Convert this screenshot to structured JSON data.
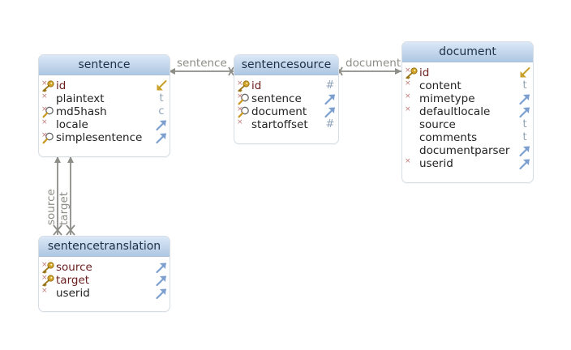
{
  "links": [
    {
      "label": "sentence"
    },
    {
      "label": "document"
    },
    {
      "label": "source"
    },
    {
      "label": "target"
    }
  ],
  "tables": {
    "sentence": {
      "title": "sentence",
      "rows": [
        {
          "name": "id",
          "marker": "key",
          "type": "auto-increment-icon"
        },
        {
          "name": "plaintext",
          "marker": "none",
          "type": "t"
        },
        {
          "name": "md5hash",
          "marker": "index",
          "type": "c"
        },
        {
          "name": "locale",
          "marker": "none",
          "type": "foreign-key-icon"
        },
        {
          "name": "simplesentence",
          "marker": "index",
          "type": "foreign-key-icon"
        }
      ]
    },
    "sentencesource": {
      "title": "sentencesource",
      "rows": [
        {
          "name": "id",
          "marker": "key",
          "type": "#"
        },
        {
          "name": "sentence",
          "marker": "index",
          "type": "foreign-key-icon"
        },
        {
          "name": "document",
          "marker": "index",
          "type": "foreign-key-icon"
        },
        {
          "name": "startoffset",
          "marker": "none",
          "type": "#"
        }
      ]
    },
    "document": {
      "title": "document",
      "rows": [
        {
          "name": "id",
          "marker": "key",
          "type": "auto-increment-icon"
        },
        {
          "name": "content",
          "marker": "none",
          "type": "t"
        },
        {
          "name": "mimetype",
          "marker": "none",
          "type": "foreign-key-icon"
        },
        {
          "name": "defaultlocale",
          "marker": "none",
          "type": "foreign-key-icon"
        },
        {
          "name": "source",
          "marker": "",
          "type": "t"
        },
        {
          "name": "comments",
          "marker": "",
          "type": "t"
        },
        {
          "name": "documentparser",
          "marker": "",
          "type": "foreign-key-icon"
        },
        {
          "name": "userid",
          "marker": "none",
          "type": "foreign-key-icon"
        }
      ]
    },
    "sentencetranslation": {
      "title": "sentencetranslation",
      "rows": [
        {
          "name": "source",
          "marker": "key",
          "type": "foreign-key-icon"
        },
        {
          "name": "target",
          "marker": "key",
          "type": "foreign-key-icon"
        },
        {
          "name": "userid",
          "marker": "none",
          "type": "foreign-key-icon"
        }
      ]
    }
  },
  "colors": {
    "connector": "#8d8e88",
    "key": "#d1a52a",
    "foreign_key_arrow": "#7d9fd0",
    "primary_key_text": "#6b1d1d",
    "header_gradient_top": "#dbe8f6",
    "header_gradient_bottom": "#aec7e3"
  }
}
